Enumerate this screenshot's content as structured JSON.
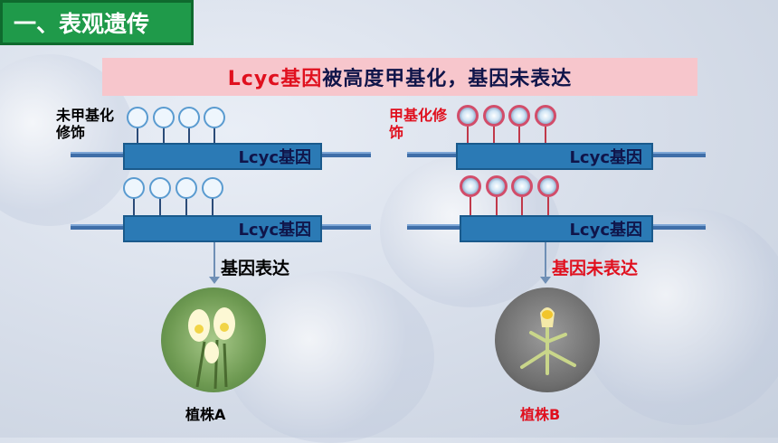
{
  "title": "一、表观遗传",
  "banner": {
    "part1": "Lcyc基因",
    "part2": "被高度甲基化，基因未表达"
  },
  "left": {
    "label": "未甲基化修饰",
    "gene_top": "Lcyc基因",
    "gene_bottom": "Lcyc基因",
    "expression": "基因表达",
    "plant": "植株A"
  },
  "right": {
    "label": "甲基化修饰",
    "gene_top": "Lcyc基因",
    "gene_bottom": "Lcyc基因",
    "expression": "基因未表达",
    "plant": "植株B"
  },
  "colors": {
    "title_green": "#1f9a4a",
    "banner_pink": "#f7c6cc",
    "red": "#e0101e",
    "gene_blue": "#2b7ab5"
  }
}
